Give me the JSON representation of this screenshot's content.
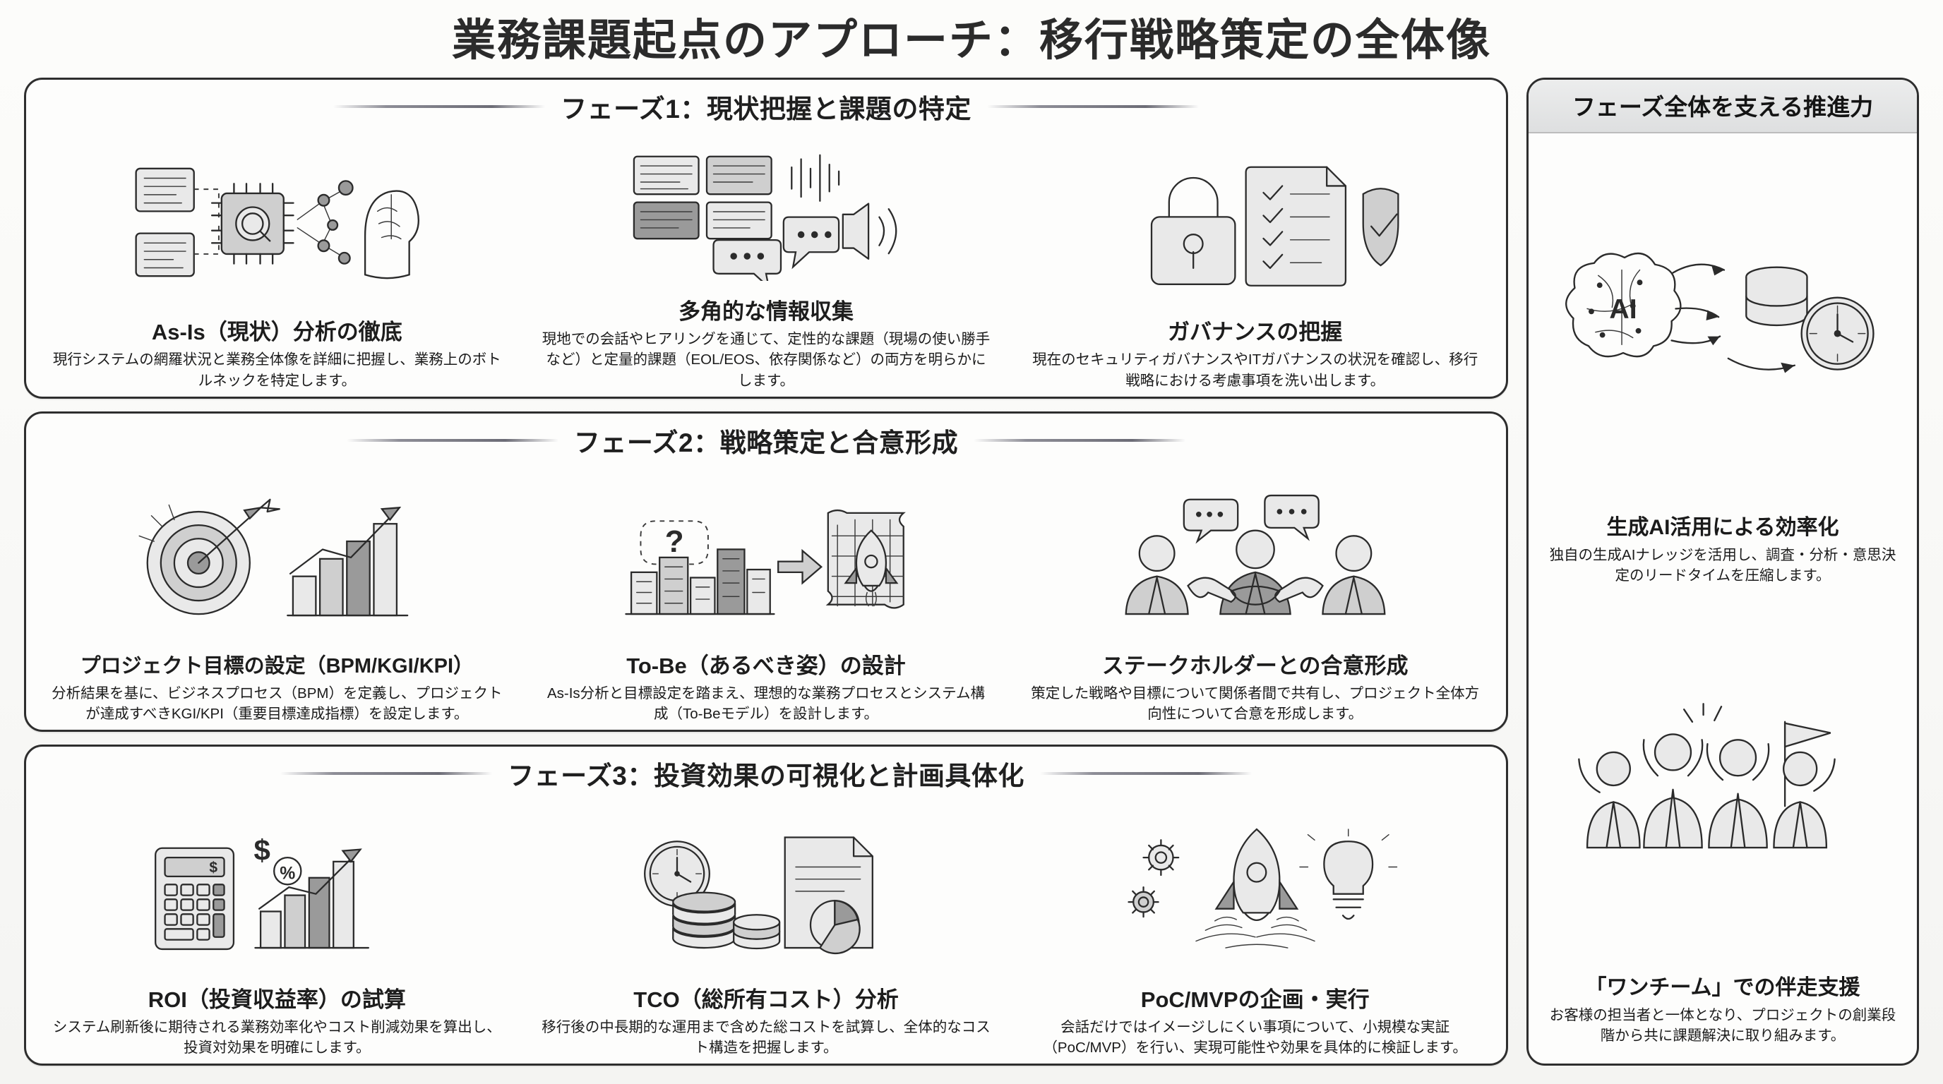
{
  "title": "業務課題起点のアプローチ：移行戦略策定の全体像",
  "phases": [
    {
      "id": "phase1",
      "heading": "フェーズ1：現状把握と課題の特定",
      "cards": [
        {
          "icon": "system-network-analysis-icon",
          "title": "As-Is（現状）分析の徹底",
          "desc": "現行システムの網羅状況と業務全体像を詳細に把握し、業務上のボトルネックを特定します。"
        },
        {
          "icon": "interview-documents-icon",
          "title": "多角的な情報収集",
          "desc": "現地での会話やヒアリングを通じて、定性的な課題（現場の使い勝手など）と定量的課題（EOL/EOS、依存関係など）の両方を明らかにします。"
        },
        {
          "icon": "lock-checklist-shield-icon",
          "title": "ガバナンスの把握",
          "desc": "現在のセキュリティガバナンスやITガバナンスの状況を確認し、移行戦略における考慮事項を洗い出します。"
        }
      ]
    },
    {
      "id": "phase2",
      "heading": "フェーズ2：戦略策定と合意形成",
      "cards": [
        {
          "icon": "target-dartboard-growth-chart-icon",
          "title": "プロジェクト目標の設定（BPM/KGI/KPI）",
          "desc": "分析結果を基に、ビジネスプロセス（BPM）を定義し、プロジェクトが達成すべきKGI/KPI（重要目標達成指標）を設定します。"
        },
        {
          "icon": "city-to-blueprint-rocket-icon",
          "title": "To-Be（あるべき姿）の設計",
          "desc": "As-Is分析と目標設定を踏まえ、理想的な業務プロセスとシステム構成（To-Beモデル）を設計します。"
        },
        {
          "icon": "handshake-agreement-icon",
          "title": "ステークホルダーとの合意形成",
          "desc": "策定した戦略や目標について関係者間で共有し、プロジェクト全体方向性について合意を形成します。"
        }
      ]
    },
    {
      "id": "phase3",
      "heading": "フェーズ3：投資効果の可視化と計画具体化",
      "cards": [
        {
          "icon": "calculator-dollar-growth-icon",
          "title": "ROI（投資収益率）の試算",
          "desc": "システム刷新後に期待される業務効率化やコスト削減効果を算出し、投資対効果を明確にします。"
        },
        {
          "icon": "clock-coins-document-icon",
          "title": "TCO（総所有コスト）分析",
          "desc": "移行後の中長期的な運用まで含めた総コストを試算し、全体的なコスト構造を把握します。"
        },
        {
          "icon": "rocket-gear-lightbulb-icon",
          "title": "PoC/MVPの企画・実行",
          "desc": "会話だけではイメージしにくい事項について、小規模な実証（PoC/MVP）を行い、実現可能性や効果を具体的に検証します。"
        }
      ]
    }
  ],
  "sidebar": {
    "heading": "フェーズ全体を支える推進力",
    "blocks": [
      {
        "icon": "ai-brain-database-clock-icon",
        "title": "生成AI活用による効率化",
        "desc": "独自の生成AIナレッジを活用し、調査・分析・意思決定のリードタイムを圧縮します。"
      },
      {
        "icon": "team-flag-people-icon",
        "title": "「ワンチーム」での伴走支援",
        "desc": "お客様の担当者と一体となり、プロジェクトの創業段階から共に課題解決に取り組みます。"
      }
    ]
  },
  "colors": {
    "background": "#fbfbf9",
    "ink": "#2b2b2b",
    "panel_border": "#2e2e2e",
    "side_head_bg": "#e4e5e6"
  }
}
